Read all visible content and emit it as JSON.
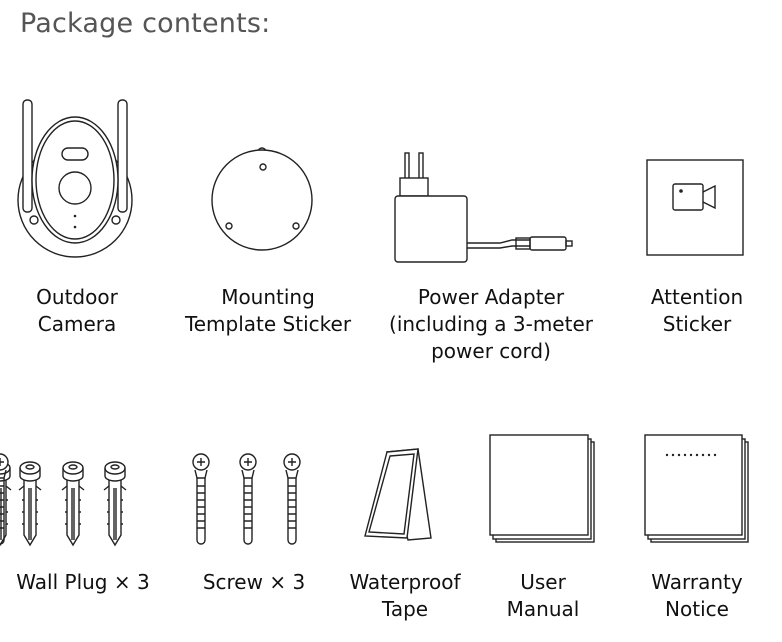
{
  "title": "Package contents:",
  "items": [
    {
      "name": "Outdoor Camera",
      "lines": [
        "Outdoor",
        "Camera"
      ]
    },
    {
      "name": "Mounting Template Sticker",
      "lines": [
        "Mounting",
        "Template Sticker"
      ]
    },
    {
      "name": "Power Adapter",
      "lines": [
        "Power Adapter",
        "(including a 3-meter",
        "power cord)"
      ]
    },
    {
      "name": "Attention Sticker",
      "lines": [
        "Attention",
        "Sticker"
      ]
    },
    {
      "name": "Wall Plug",
      "lines": [
        "Wall Plug × 3"
      ]
    },
    {
      "name": "Screw",
      "lines": [
        "Screw × 3"
      ]
    },
    {
      "name": "Waterproof Tape",
      "lines": [
        "Waterproof",
        "Tape"
      ]
    },
    {
      "name": "User Manual",
      "lines": [
        "User",
        "Manual"
      ]
    },
    {
      "name": "Warranty Notice",
      "lines": [
        "Warranty",
        "Notice"
      ]
    }
  ]
}
